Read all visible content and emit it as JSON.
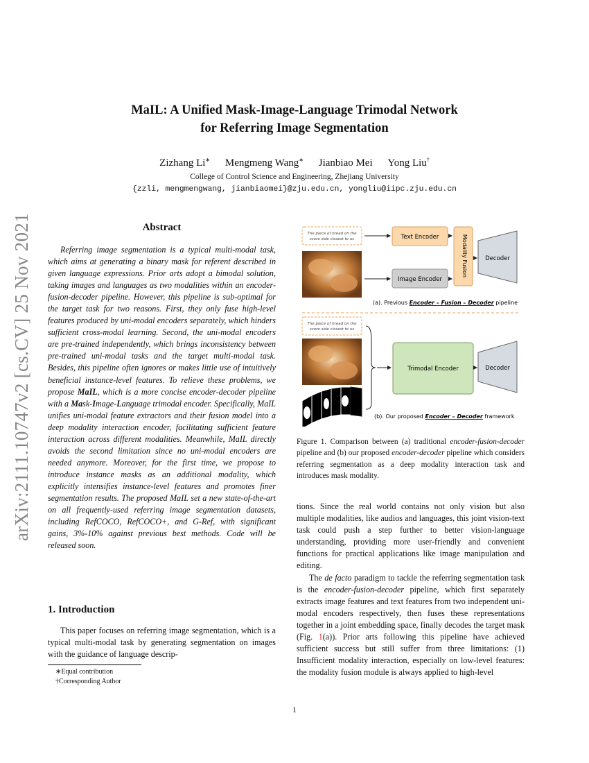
{
  "title_line1": "MaIL: A Unified Mask-Image-Language Trimodal Network",
  "title_line2": "for Referring Image Segmentation",
  "authors": [
    {
      "name": "Zizhang Li",
      "mark": "∗"
    },
    {
      "name": "Mengmeng Wang",
      "mark": "∗"
    },
    {
      "name": "Jianbiao Mei",
      "mark": ""
    },
    {
      "name": "Yong Liu",
      "mark": "†"
    }
  ],
  "affiliation": "College of Control Science and Engineering, Zhejiang University",
  "emails": "{zzli, mengmengwang, jianbiaomei}@zju.edu.cn, yongliu@iipc.zju.edu.cn",
  "arxiv_stamp": "arXiv:2111.10747v2  [cs.CV]  25 Nov 2021",
  "abstract_heading": "Abstract",
  "abstract_parts": {
    "p1": "Referring image segmentation is a typical multi-modal task, which aims at generating a binary mask for referent described in given language expressions. Prior arts adopt a bimodal solution, taking images and languages as two modalities within an encoder-fusion-decoder pipeline. However, this pipeline is sub-optimal for the target task for two reasons. First, they only fuse high-level features produced by uni-modal encoders separately, which hinders sufficient cross-modal learning. Second, the uni-modal encoders are pre-trained independently, which brings inconsistency between pre-trained uni-modal tasks and the target multi-modal task. Besides, this pipeline often ignores or makes little use of intuitively beneficial instance-level features. To relieve these problems, we propose ",
    "mail": "MaIL",
    "p2": ", which is a more concise encoder-decoder pipeline with a ",
    "ma": "Ma",
    "p3": "sk-",
    "i": "I",
    "p4": "mage-",
    "l": "L",
    "p5": "anguage trimodal encoder. Specifically, MaIL unifies uni-modal feature extractors and their fusion model into a deep modality interaction encoder, facilitating sufficient feature interaction across different modalities. Meanwhile, MaIL directly avoids the second limitation since no uni-modal encoders are needed anymore. Moreover, for the first time, we propose to introduce instance masks as an additional modality, which explicitly intensifies instance-level features and promotes finer segmentation results. The proposed MaIL set a new state-of-the-art on all frequently-used referring image segmentation datasets, including RefCOCO, RefCOCO+, and G-Ref, with significant gains, 3%-10% against previous best methods. Code will be released soon."
  },
  "intro_heading": "1. Introduction",
  "intro_text": "This paper focuses on referring image segmentation, which is a typical multi-modal task by generating segmentation on images with the guidance of language descrip-",
  "footnotes": [
    "∗Equal contribution",
    "†Corresponding Author"
  ],
  "page_number": "1",
  "figure": {
    "query_text_line1": "The piece of bread on the",
    "query_text_line2": "score side closest to us",
    "text_encoder": "Text Encoder",
    "image_encoder": "Image Encoder",
    "modality_fusion": "Modality Fusion",
    "decoder": "Decoder",
    "trimodal_encoder": "Trimodal Encoder",
    "sub_a_prefix": "(a). Previous ",
    "sub_a_em": "Encoder – Fusion – Decoder",
    "sub_a_suffix": " pipeline",
    "sub_b_prefix": "(b). Our proposed ",
    "sub_b_em": "Encoder – Decoder",
    "sub_b_suffix": " framework",
    "colors": {
      "text_encoder": "#fbd9ad",
      "image_encoder": "#cfcfcf",
      "fusion": "#fbd9ad",
      "decoder": "#d6dbe2",
      "trimodal": "#cfe5bb",
      "dashed": "#e8a05a"
    }
  },
  "caption": {
    "a": "Figure 1.   Comparison between (a) traditional ",
    "b": "encoder-fusion-decoder",
    "c": " pipeline and (b) our proposed ",
    "d": "encoder-decoder",
    "e": " pipeline which considers referring segmentation as a deep modality interaction task and introduces mask modality."
  },
  "right_p1": "tions. Since the real world contains not only vision but also multiple modalities, like audios and languages, this joint vision-text task could push a step further to better vision-language understanding, providing more user-friendly and convenient functions for practical applications like image manipulation and editing.",
  "right_p2": {
    "a": "The ",
    "b": "de facto",
    "c": " paradigm to tackle the referring segmentation task is the ",
    "d": "encoder-fusion-decoder",
    "e": " pipeline, which first separately extracts image features and text features from two independent uni-modal encoders respectively, then fuses these representations together in a joint embedding space, finally decodes the target mask (Fig. ",
    "f": "1",
    "g": "(a)). Prior arts following this pipeline have achieved sufficient success but still suffer from three limitations: (1) Insufficient modality interaction, especially on low-level features: the modality fusion module is always applied to high-level"
  }
}
